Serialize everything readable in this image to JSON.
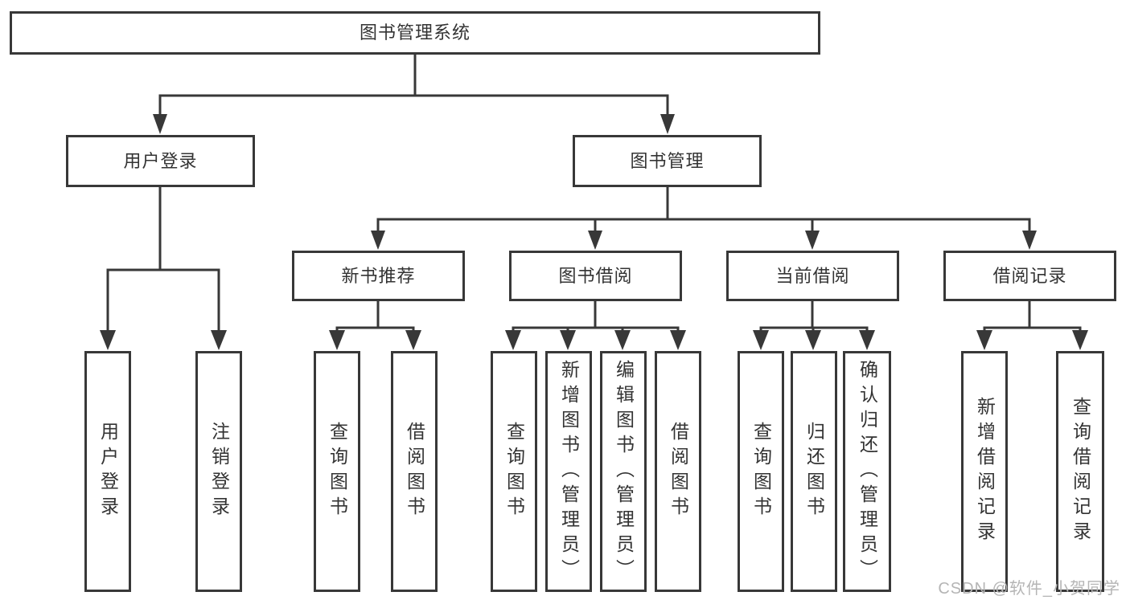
{
  "tree": {
    "root": {
      "label": "图书管理系统"
    },
    "branches": [
      {
        "label": "用户登录",
        "children": [
          {
            "label": "用户登录"
          },
          {
            "label": "注销登录"
          }
        ]
      },
      {
        "label": "图书管理",
        "children": [
          {
            "label": "新书推荐",
            "children": [
              {
                "label": "查询图书"
              },
              {
                "label": "借阅图书"
              }
            ]
          },
          {
            "label": "图书借阅",
            "children": [
              {
                "label": "查询图书"
              },
              {
                "label": "新增图书（管理员）"
              },
              {
                "label": "编辑图书（管理员）"
              },
              {
                "label": "借阅图书"
              }
            ]
          },
          {
            "label": "当前借阅",
            "children": [
              {
                "label": "查询图书"
              },
              {
                "label": "归还图书"
              },
              {
                "label": "确认归还（管理员）"
              }
            ]
          },
          {
            "label": "借阅记录",
            "children": [
              {
                "label": "新增借阅记录"
              },
              {
                "label": "查询借阅记录"
              }
            ]
          }
        ]
      }
    ]
  },
  "watermark": {
    "text": "CSDN @软件_小贺同学"
  },
  "colors": {
    "line": "#383838",
    "text": "#333333",
    "box_background": "#ffffff",
    "watermark": "#b5b5b5",
    "page_background": "#ffffff"
  }
}
